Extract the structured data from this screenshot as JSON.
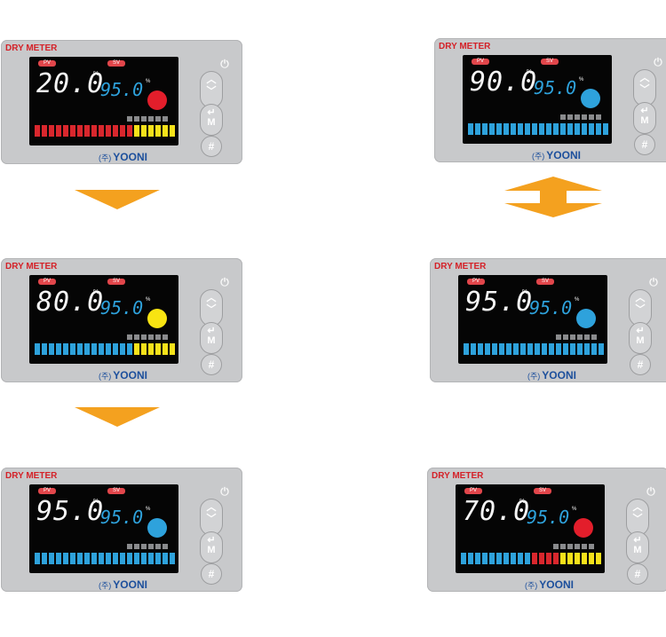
{
  "captions": [
    "",
    "",
    "",
    "",
    "",
    "",
    ""
  ],
  "meters": [
    {
      "id": "m1",
      "brand": "DRY METER",
      "pv_tag": "PV",
      "sv_tag": "SV",
      "pv": "20.0",
      "sv": "95.0",
      "pct": "%",
      "lamp_color": "#e31e2b",
      "logo_korean": "(주)",
      "logo": "YOONI",
      "bars": [
        "#d9272d",
        "#d9272d",
        "#d9272d",
        "#d9272d",
        "#d9272d",
        "#d9272d",
        "#d9272d",
        "#d9272d",
        "#d9272d",
        "#d9272d",
        "#d9272d",
        "#d9272d",
        "#d9272d",
        "#d9272d",
        "#f6e21a",
        "#f6e21a",
        "#f6e21a",
        "#f6e21a",
        "#f6e21a",
        "#f6e21a"
      ]
    },
    {
      "id": "m2",
      "brand": "DRY METER",
      "pv_tag": "PV",
      "sv_tag": "SV",
      "pv": "80.0",
      "sv": "95.0",
      "pct": "%",
      "lamp_color": "#f8e412",
      "logo_korean": "(주)",
      "logo": "YOONI",
      "bars": [
        "#2ea2dc",
        "#2ea2dc",
        "#2ea2dc",
        "#2ea2dc",
        "#2ea2dc",
        "#2ea2dc",
        "#2ea2dc",
        "#2ea2dc",
        "#2ea2dc",
        "#2ea2dc",
        "#2ea2dc",
        "#2ea2dc",
        "#2ea2dc",
        "#2ea2dc",
        "#f6e21a",
        "#f6e21a",
        "#f6e21a",
        "#f6e21a",
        "#f6e21a",
        "#f6e21a"
      ]
    },
    {
      "id": "m3",
      "brand": "DRY METER",
      "pv_tag": "PV",
      "sv_tag": "SV",
      "pv": "95.0",
      "sv": "95.0",
      "pct": "%",
      "lamp_color": "#2ea2dc",
      "logo_korean": "(주)",
      "logo": "YOONI",
      "bars": [
        "#2ea2dc",
        "#2ea2dc",
        "#2ea2dc",
        "#2ea2dc",
        "#2ea2dc",
        "#2ea2dc",
        "#2ea2dc",
        "#2ea2dc",
        "#2ea2dc",
        "#2ea2dc",
        "#2ea2dc",
        "#2ea2dc",
        "#2ea2dc",
        "#2ea2dc",
        "#2ea2dc",
        "#2ea2dc",
        "#2ea2dc",
        "#2ea2dc",
        "#2ea2dc",
        "#2ea2dc"
      ]
    },
    {
      "id": "m4",
      "brand": "DRY METER",
      "pv_tag": "PV",
      "sv_tag": "SV",
      "pv": "90.0",
      "sv": "95.0",
      "pct": "%",
      "lamp_color": "#2ea2dc",
      "logo_korean": "(주)",
      "logo": "YOONI",
      "bars": [
        "#2ea2dc",
        "#2ea2dc",
        "#2ea2dc",
        "#2ea2dc",
        "#2ea2dc",
        "#2ea2dc",
        "#2ea2dc",
        "#2ea2dc",
        "#2ea2dc",
        "#2ea2dc",
        "#2ea2dc",
        "#2ea2dc",
        "#2ea2dc",
        "#2ea2dc",
        "#2ea2dc",
        "#2ea2dc",
        "#2ea2dc",
        "#2ea2dc",
        "#2ea2dc",
        "#2ea2dc"
      ]
    },
    {
      "id": "m5",
      "brand": "DRY METER",
      "pv_tag": "PV",
      "sv_tag": "SV",
      "pv": "95.0",
      "sv": "95.0",
      "pct": "%",
      "lamp_color": "#2ea2dc",
      "logo_korean": "(주)",
      "logo": "YOONI",
      "bars": [
        "#2ea2dc",
        "#2ea2dc",
        "#2ea2dc",
        "#2ea2dc",
        "#2ea2dc",
        "#2ea2dc",
        "#2ea2dc",
        "#2ea2dc",
        "#2ea2dc",
        "#2ea2dc",
        "#2ea2dc",
        "#2ea2dc",
        "#2ea2dc",
        "#2ea2dc",
        "#2ea2dc",
        "#2ea2dc",
        "#2ea2dc",
        "#2ea2dc",
        "#2ea2dc",
        "#2ea2dc"
      ]
    },
    {
      "id": "m6",
      "brand": "DRY METER",
      "pv_tag": "PV",
      "sv_tag": "SV",
      "pv": "70.0",
      "sv": "95.0",
      "pct": "%",
      "lamp_color": "#e31e2b",
      "logo_korean": "(주)",
      "logo": "YOONI",
      "bars": [
        "#2ea2dc",
        "#2ea2dc",
        "#2ea2dc",
        "#2ea2dc",
        "#2ea2dc",
        "#2ea2dc",
        "#2ea2dc",
        "#2ea2dc",
        "#2ea2dc",
        "#2ea2dc",
        "#d9272d",
        "#d9272d",
        "#d9272d",
        "#d9272d",
        "#f6e21a",
        "#f6e21a",
        "#f6e21a",
        "#f6e21a",
        "#f6e21a",
        "#f6e21a"
      ]
    }
  ],
  "colors": {
    "arrow": "#f4a11f",
    "panel": "#c8c9cb",
    "screen": "#050505"
  },
  "icons": {
    "power": "power-icon",
    "updown": "up-down-icon",
    "enter": "enter-icon",
    "grid": "grid-icon",
    "arrow_down": "arrow-down-icon",
    "arrow_updown": "arrow-up-down-icon"
  }
}
